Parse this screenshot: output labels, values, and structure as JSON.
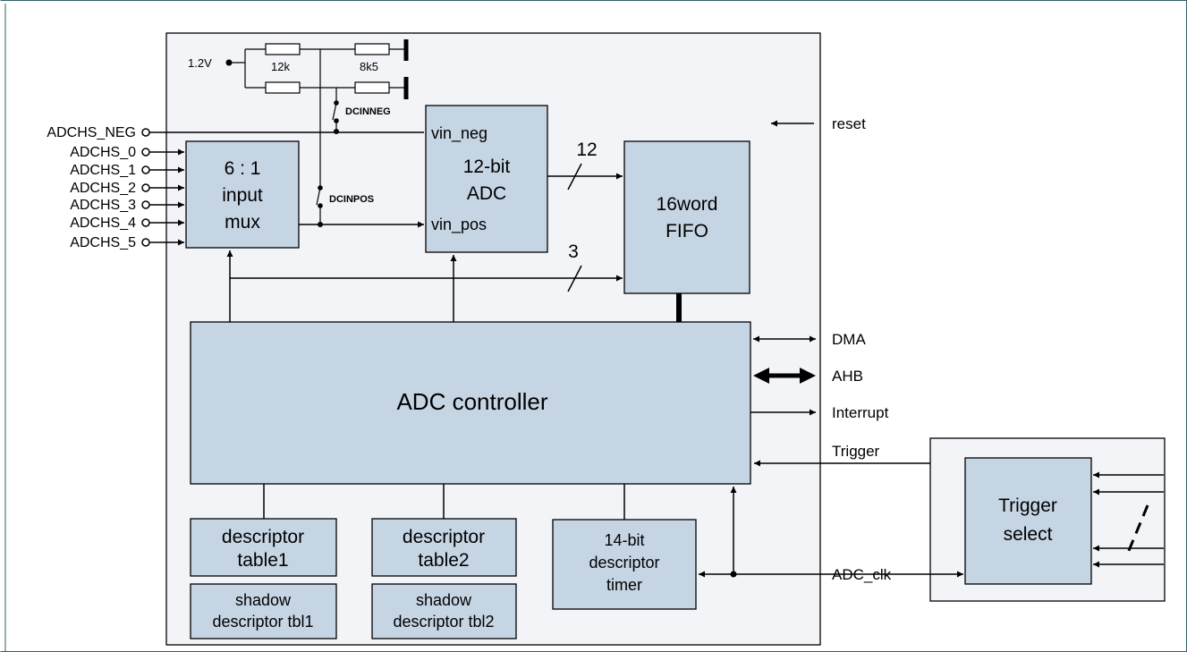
{
  "colors": {
    "frame": "#2f5f6a",
    "chip_bg": "#f2f4f8",
    "block": "#c6d5e4",
    "line": "#000000"
  },
  "power": {
    "voltage": "1.2V",
    "r1": "12k",
    "r2": "8k5",
    "sw_neg": "DCINNEG",
    "sw_pos": "DCINPOS"
  },
  "pins": [
    "ADCHS_NEG",
    "ADCHS_0",
    "ADCHS_1",
    "ADCHS_2",
    "ADCHS_3",
    "ADCHS_4",
    "ADCHS_5"
  ],
  "mux": {
    "line1": "6 : 1",
    "line2": "input",
    "line3": "mux"
  },
  "adc": {
    "vin_neg": "vin_neg",
    "line1": "12-bit",
    "line2": "ADC",
    "vin_pos": "vin_pos"
  },
  "buses": {
    "data_width": "12",
    "ctrl_width": "3"
  },
  "fifo": {
    "line1": "16word",
    "line2": "FIFO"
  },
  "controller": {
    "label": "ADC controller"
  },
  "descriptors": {
    "table1": [
      "descriptor",
      "table1"
    ],
    "table2": [
      "descriptor",
      "table2"
    ],
    "shadow1": [
      "shadow",
      "descriptor tbl1"
    ],
    "shadow2": [
      "shadow",
      "descriptor tbl2"
    ],
    "timer": [
      "14-bit",
      "descriptor",
      "timer"
    ]
  },
  "ports": {
    "reset": "reset",
    "dma": "DMA",
    "ahb": "AHB",
    "interrupt": "Interrupt",
    "trigger": "Trigger",
    "adc_clk": "ADC_clk"
  },
  "trigger_select": {
    "line1": "Trigger",
    "line2": "select"
  }
}
